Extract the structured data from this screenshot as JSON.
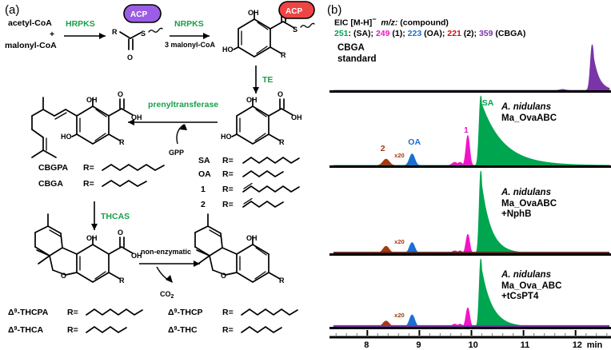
{
  "panels": {
    "a": {
      "tag": "(a)"
    },
    "b": {
      "tag": "(b)"
    }
  },
  "scheme": {
    "substrates": {
      "line1": "acetyl-CoA",
      "plus": "+",
      "line2": "malonyl-CoA"
    },
    "enzymes": {
      "hrpks": "HRPKS",
      "nrpks": "NRPKS",
      "te": "TE",
      "prenyltransferase": "prenyltransferase",
      "thcas": "THCAS"
    },
    "cofactors": {
      "malonyl": "3 malonyl-CoA",
      "gpp": "GPP",
      "co2": "CO2",
      "non_enzymatic": "non-enzymatic"
    },
    "carriers": {
      "acp1": "ACP",
      "acp2": "ACP"
    },
    "atoms": {
      "R": "R",
      "S": "S",
      "O": "O",
      "OH": "OH",
      "HO": "HO"
    },
    "compound_table_right": {
      "header_r": "R=",
      "rows": [
        {
          "name": "SA",
          "r": "R=",
          "chain": "heptyl"
        },
        {
          "name": "OA",
          "r": "R=",
          "chain": "pentyl"
        },
        {
          "name": "1",
          "r": "R=",
          "chain": "heptenyl"
        },
        {
          "name": "2",
          "r": "R=",
          "chain": "pentenyl"
        }
      ]
    },
    "compound_table_cbg": {
      "rows": [
        {
          "name": "CBGPA",
          "r": "R=",
          "chain": "heptyl"
        },
        {
          "name": "CBGA",
          "r": "R=",
          "chain": "pentyl"
        }
      ]
    },
    "compound_table_thca": {
      "rows": [
        {
          "name": "Δ9-THCPA",
          "r": "R=",
          "chain": "heptyl"
        },
        {
          "name": "Δ9-THCA",
          "r": "R=",
          "chain": "pentyl"
        }
      ]
    },
    "compound_table_thc": {
      "rows": [
        {
          "name": "Δ9-THCP",
          "r": "R=",
          "chain": "heptyl"
        },
        {
          "name": "Δ9-THC",
          "r": "R=",
          "chain": "pentyl"
        }
      ]
    }
  },
  "eic_legend": {
    "title_pre": "EIC [M-H]",
    "title_minus": "−",
    "title_mz": "m/z:",
    "title_post": "(compound)",
    "entries": [
      {
        "mz": "251",
        "sep": ": (SA); ",
        "color": "#00a550"
      },
      {
        "mz": "249",
        "sep": " (1); ",
        "color": "#f313c6"
      },
      {
        "mz": "223",
        "sep": " (OA); ",
        "color": "#1b6fd4"
      },
      {
        "mz": "221",
        "sep": " (2); ",
        "color": "#cc1111"
      },
      {
        "mz": "359",
        "sep": " (CBGA)",
        "color": "#7a34a8"
      }
    ]
  },
  "chart_data": {
    "type": "line",
    "title": "EIC [M-H]- m/z: (compound)",
    "xlabel": "min",
    "ylabel": "",
    "xlim": [
      7.35,
      12.65
    ],
    "x_ticks": [
      8,
      9,
      10,
      11,
      12
    ],
    "x_tick_labels": [
      "8",
      "9",
      "10",
      "11",
      "12"
    ],
    "x_unit": "min",
    "grid": false,
    "legend_position": "top",
    "traces": [
      {
        "name": "CBGA standard",
        "label_lines": [
          "CBGA",
          "standard"
        ],
        "label_italic_first": false,
        "series": [
          {
            "name": "359 (CBGA)",
            "color": "#7a34a8",
            "peaks": [
              {
                "rt": 11.75,
                "height": 0.02,
                "width": 0.05
              },
              {
                "rt": 12.32,
                "height": 1.0,
                "width": 0.035,
                "tail": 0.11
              },
              {
                "rt": 12.48,
                "height": 0.09,
                "width": 0.05
              },
              {
                "rt": 12.58,
                "height": 0.05,
                "width": 0.05
              },
              {
                "rt": 12.95,
                "height": 0.05,
                "width": 0.05
              }
            ]
          }
        ]
      },
      {
        "name": "A. nidulans Ma_OvaABC",
        "label_lines": [
          "A. nidulans",
          "Ma_OvaABC"
        ],
        "label_italic_first": true,
        "x20_annotation": "x20",
        "series": [
          {
            "name": "221 (2)",
            "color": "#a8380f",
            "peaks": [
              {
                "rt": 8.36,
                "height": 0.09,
                "width": 0.06
              }
            ]
          },
          {
            "name": "223 (OA)",
            "color": "#1b6fd4",
            "peaks": [
              {
                "rt": 8.86,
                "height": 0.165,
                "width": 0.05
              }
            ]
          },
          {
            "name": "249 (1)",
            "color": "#f313c6",
            "peaks": [
              {
                "rt": 9.68,
                "height": 0.045,
                "width": 0.05
              },
              {
                "rt": 9.78,
                "height": 0.045,
                "width": 0.04
              },
              {
                "rt": 9.93,
                "height": 0.43,
                "width": 0.035
              }
            ]
          },
          {
            "name": "251 (SA)",
            "color": "#00a550",
            "peaks": [
              {
                "rt": 10.18,
                "height": 1.0,
                "width": 0.032,
                "tail": 0.42
              }
            ]
          }
        ],
        "peak_labels": [
          {
            "text": "2",
            "rt": 8.33,
            "color": "#a8380f"
          },
          {
            "text": "OA",
            "rt": 8.86,
            "color": "#1b6fd4"
          },
          {
            "text": "1",
            "rt": 9.93,
            "color": "#f313c6"
          },
          {
            "text": "SA",
            "rt": 10.28,
            "color": "#00a550"
          }
        ]
      },
      {
        "name": "A. nidulans Ma_OvaABC +NphB",
        "label_lines": [
          "A. nidulans",
          "Ma_OvaABC",
          "+NphB"
        ],
        "label_italic_first": true,
        "x20_annotation": "x20",
        "series": [
          {
            "name": "221 (2)",
            "color": "#a8380f",
            "peaks": [
              {
                "rt": 8.36,
                "height": 0.085,
                "width": 0.06
              }
            ]
          },
          {
            "name": "223 (OA)",
            "color": "#1b6fd4",
            "peaks": [
              {
                "rt": 8.86,
                "height": 0.13,
                "width": 0.05
              }
            ]
          },
          {
            "name": "249 (1)",
            "color": "#f313c6",
            "peaks": [
              {
                "rt": 9.68,
                "height": 0.03,
                "width": 0.05
              },
              {
                "rt": 9.78,
                "height": 0.03,
                "width": 0.04
              },
              {
                "rt": 9.93,
                "height": 0.23,
                "width": 0.035
              }
            ]
          },
          {
            "name": "251 (SA)",
            "color": "#00a550",
            "peaks": [
              {
                "rt": 10.18,
                "height": 1.0,
                "width": 0.03,
                "tail": 0.18
              }
            ]
          }
        ]
      },
      {
        "name": "A. nidulans Ma_Ova_ABC +tCsPT4",
        "label_lines": [
          "A. nidulans",
          "Ma_Ova_ABC",
          "+tCsPT4"
        ],
        "label_italic_first": true,
        "x20_annotation": "x20",
        "series": [
          {
            "name": "221 (2)",
            "color": "#a8380f",
            "peaks": [
              {
                "rt": 8.36,
                "height": 0.085,
                "width": 0.06
              }
            ]
          },
          {
            "name": "223 (OA)",
            "color": "#1b6fd4",
            "peaks": [
              {
                "rt": 8.86,
                "height": 0.175,
                "width": 0.05
              }
            ]
          },
          {
            "name": "249 (1)",
            "color": "#f313c6",
            "peaks": [
              {
                "rt": 9.68,
                "height": 0.04,
                "width": 0.05
              },
              {
                "rt": 9.78,
                "height": 0.04,
                "width": 0.04
              },
              {
                "rt": 9.93,
                "height": 0.28,
                "width": 0.035
              }
            ]
          },
          {
            "name": "251 (SA)",
            "color": "#00a550",
            "peaks": [
              {
                "rt": 10.18,
                "height": 1.0,
                "width": 0.03,
                "tail": 0.2
              }
            ]
          },
          {
            "name": "359 (CBGA)",
            "color": "#7a34a8",
            "peaks": [
              {
                "rt": 7.6,
                "height": 0.012,
                "width": 0.08
              }
            ]
          }
        ]
      }
    ]
  }
}
